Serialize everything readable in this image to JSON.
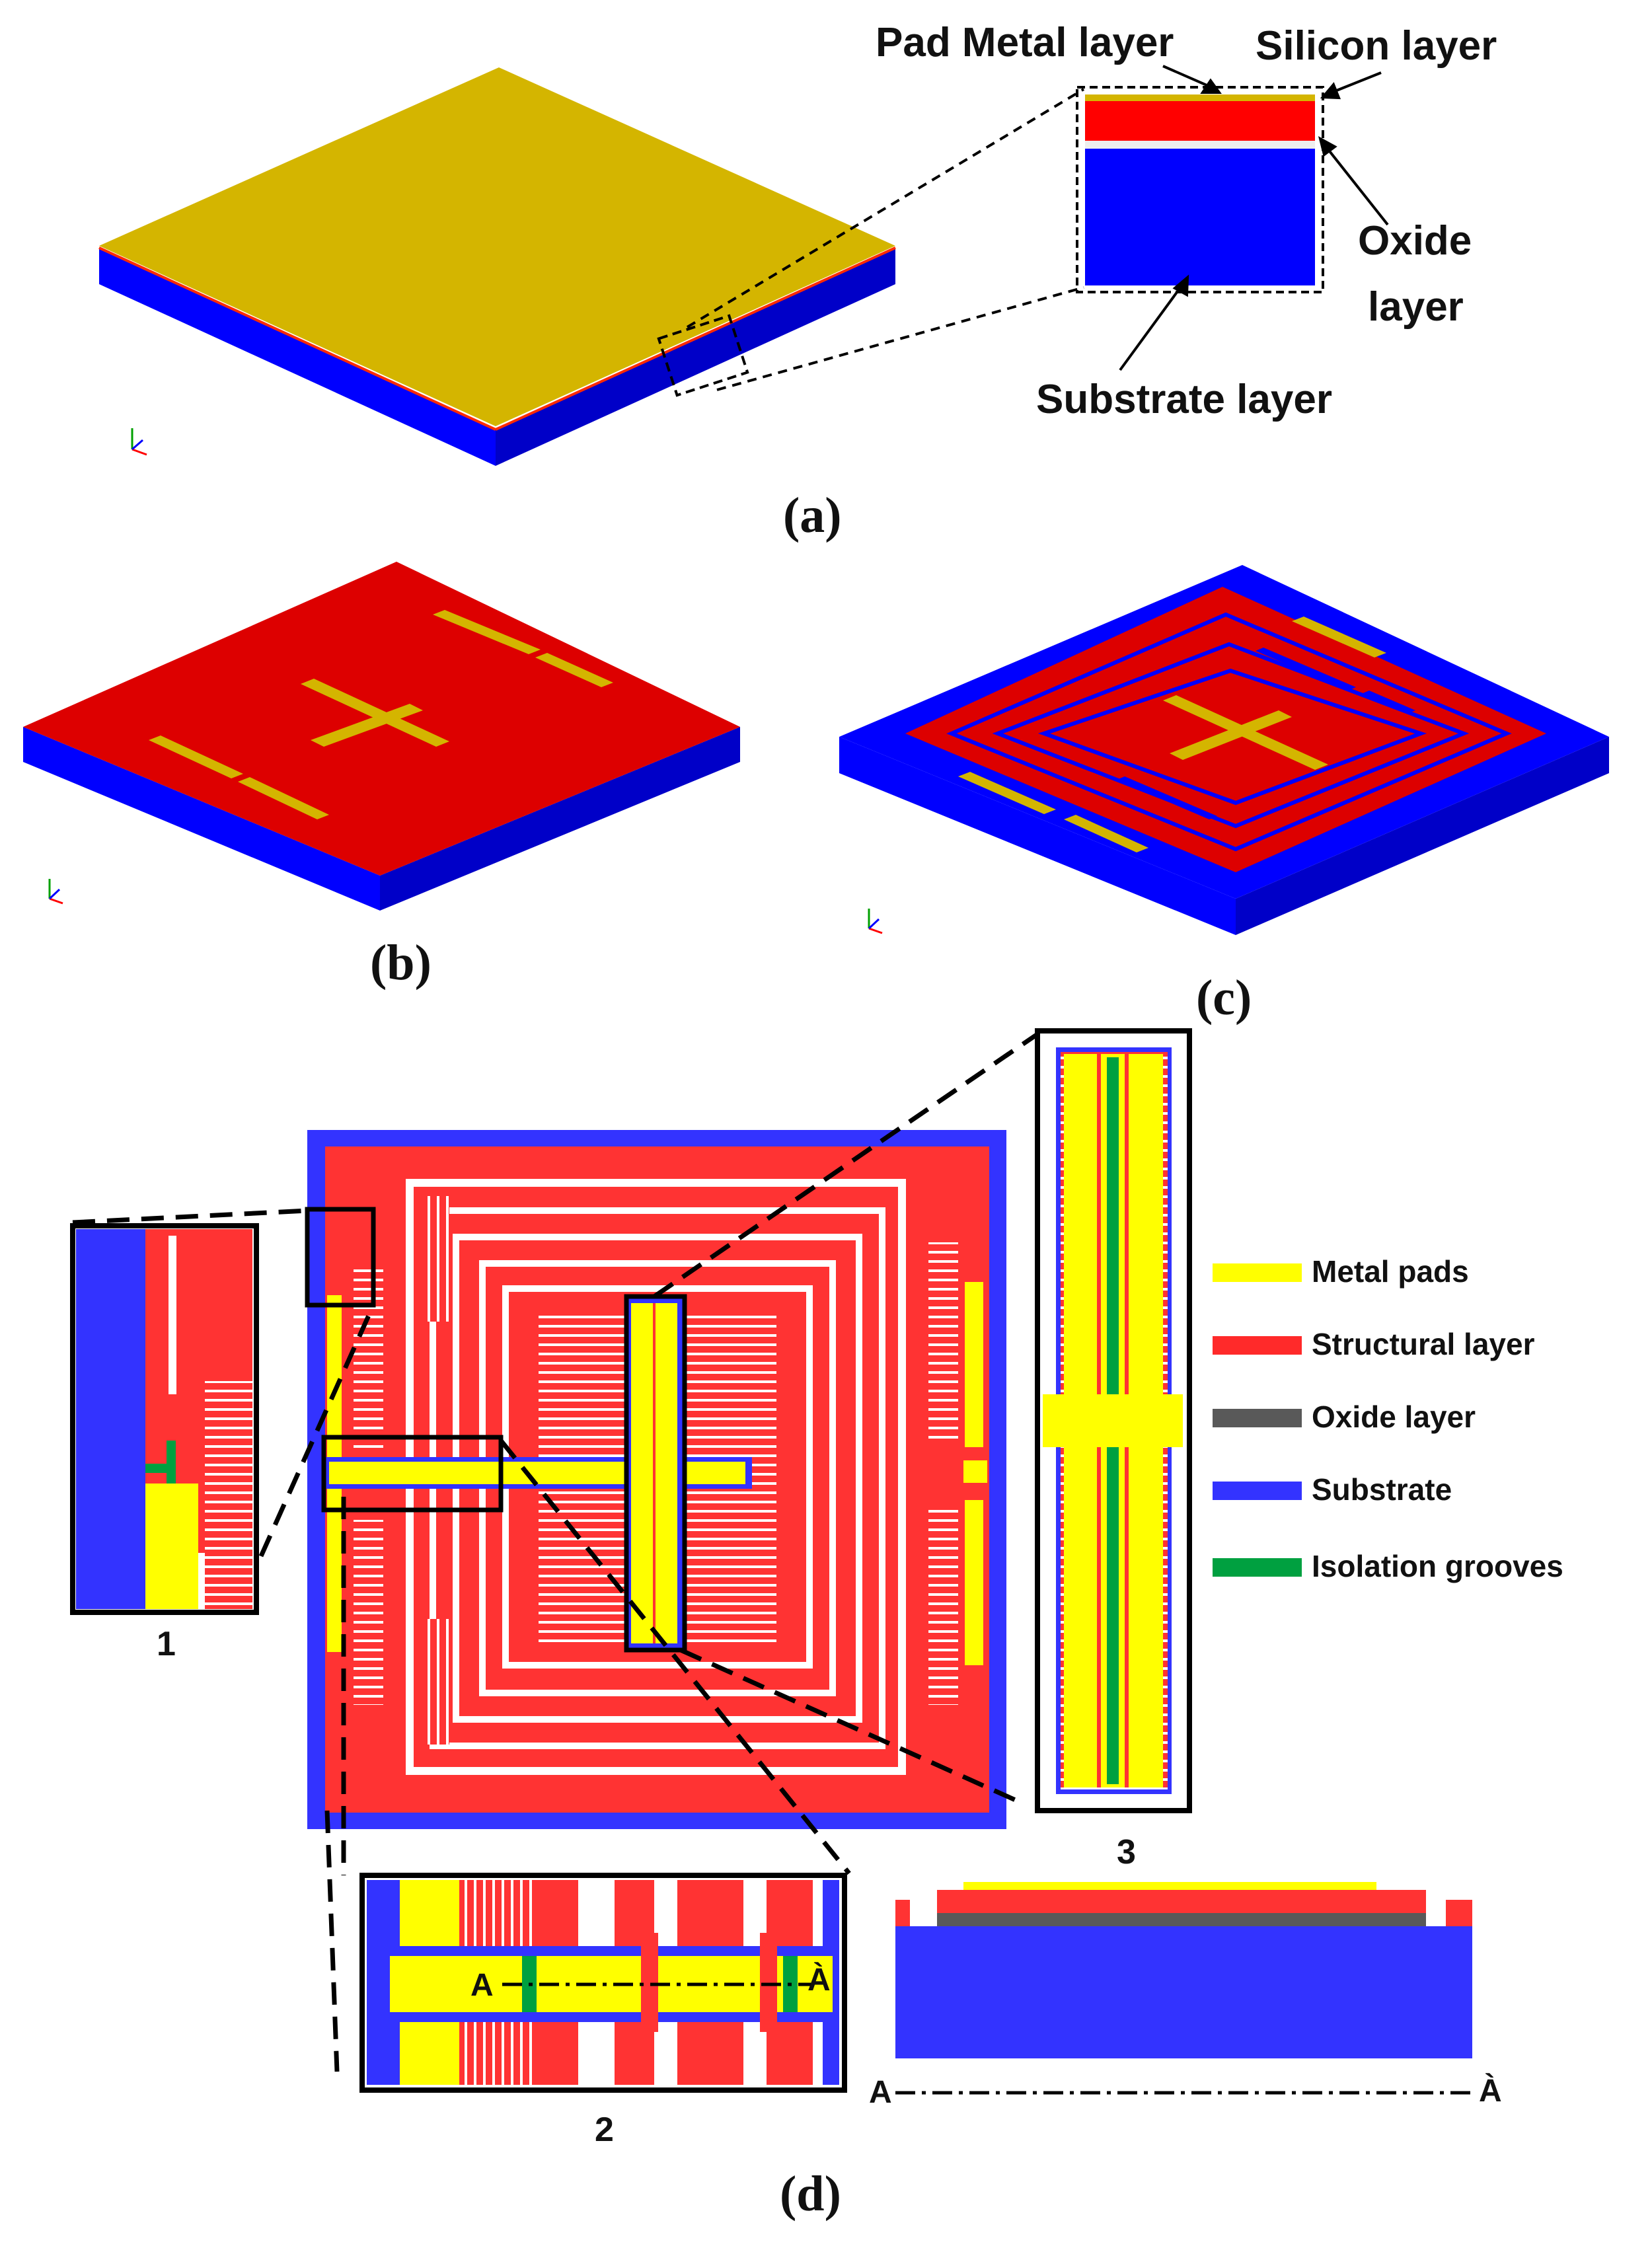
{
  "colors": {
    "pad_metal": "#d4b500",
    "metal_bright": "#ffff00",
    "silicon": "#ff0000",
    "structural": "#ff3333",
    "substrate": "#0000ff",
    "substrate_2d": "#3333ff",
    "oxide": "#595959",
    "isolation": "#00a040"
  },
  "panel_a": {
    "caption": "(a)",
    "labels": {
      "pad_metal": "Pad Metal layer",
      "silicon": "Silicon layer",
      "oxide_line1": "Oxide",
      "oxide_line2": "layer",
      "substrate": "Substrate layer"
    }
  },
  "panel_b": {
    "caption": "(b)"
  },
  "panel_c": {
    "caption": "(c)"
  },
  "panel_d": {
    "caption": "(d)",
    "inset_labels": [
      "1",
      "2",
      "3"
    ],
    "section_a": "A",
    "section_a_prime": "À",
    "legend": [
      {
        "label": "Metal pads",
        "color": "#ffff00"
      },
      {
        "label": "Structural layer",
        "color": "#ff2a2a"
      },
      {
        "label": "Oxide layer",
        "color": "#595959"
      },
      {
        "label": "Substrate",
        "color": "#3333ff"
      },
      {
        "label": "Isolation grooves",
        "color": "#00a040"
      }
    ]
  }
}
